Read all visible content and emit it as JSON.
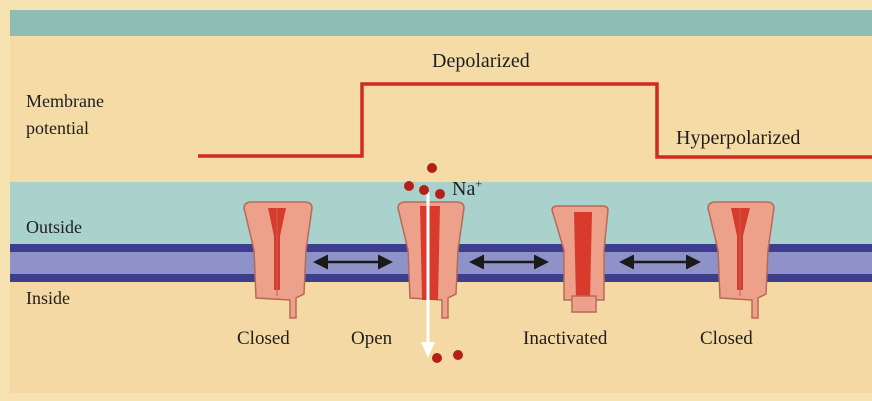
{
  "diagram": {
    "membrane_potential_label_line1": "Membrane",
    "membrane_potential_label_line2": "potential",
    "depolarized_label": "Depolarized",
    "hyperpolarized_label": "Hyperpolarized",
    "outside_label": "Outside",
    "inside_label": "Inside",
    "ion_label": "Na",
    "ion_charge": "+",
    "channel_states": [
      "Closed",
      "Open",
      "Inactivated",
      "Closed"
    ]
  },
  "colors": {
    "background_beige": "#f5dca6",
    "top_band_teal": "#8fbdb5",
    "outside_teal": "#a9d2cc",
    "membrane_dark_blue": "#3d3f8e",
    "membrane_light": "#8e92c8",
    "inside_beige": "#f4d9a4",
    "potential_trace": "#d12a1f",
    "channel_pink": "#eda08a",
    "channel_pore_red": "#d83b2c",
    "ion_red": "#b3201a"
  }
}
